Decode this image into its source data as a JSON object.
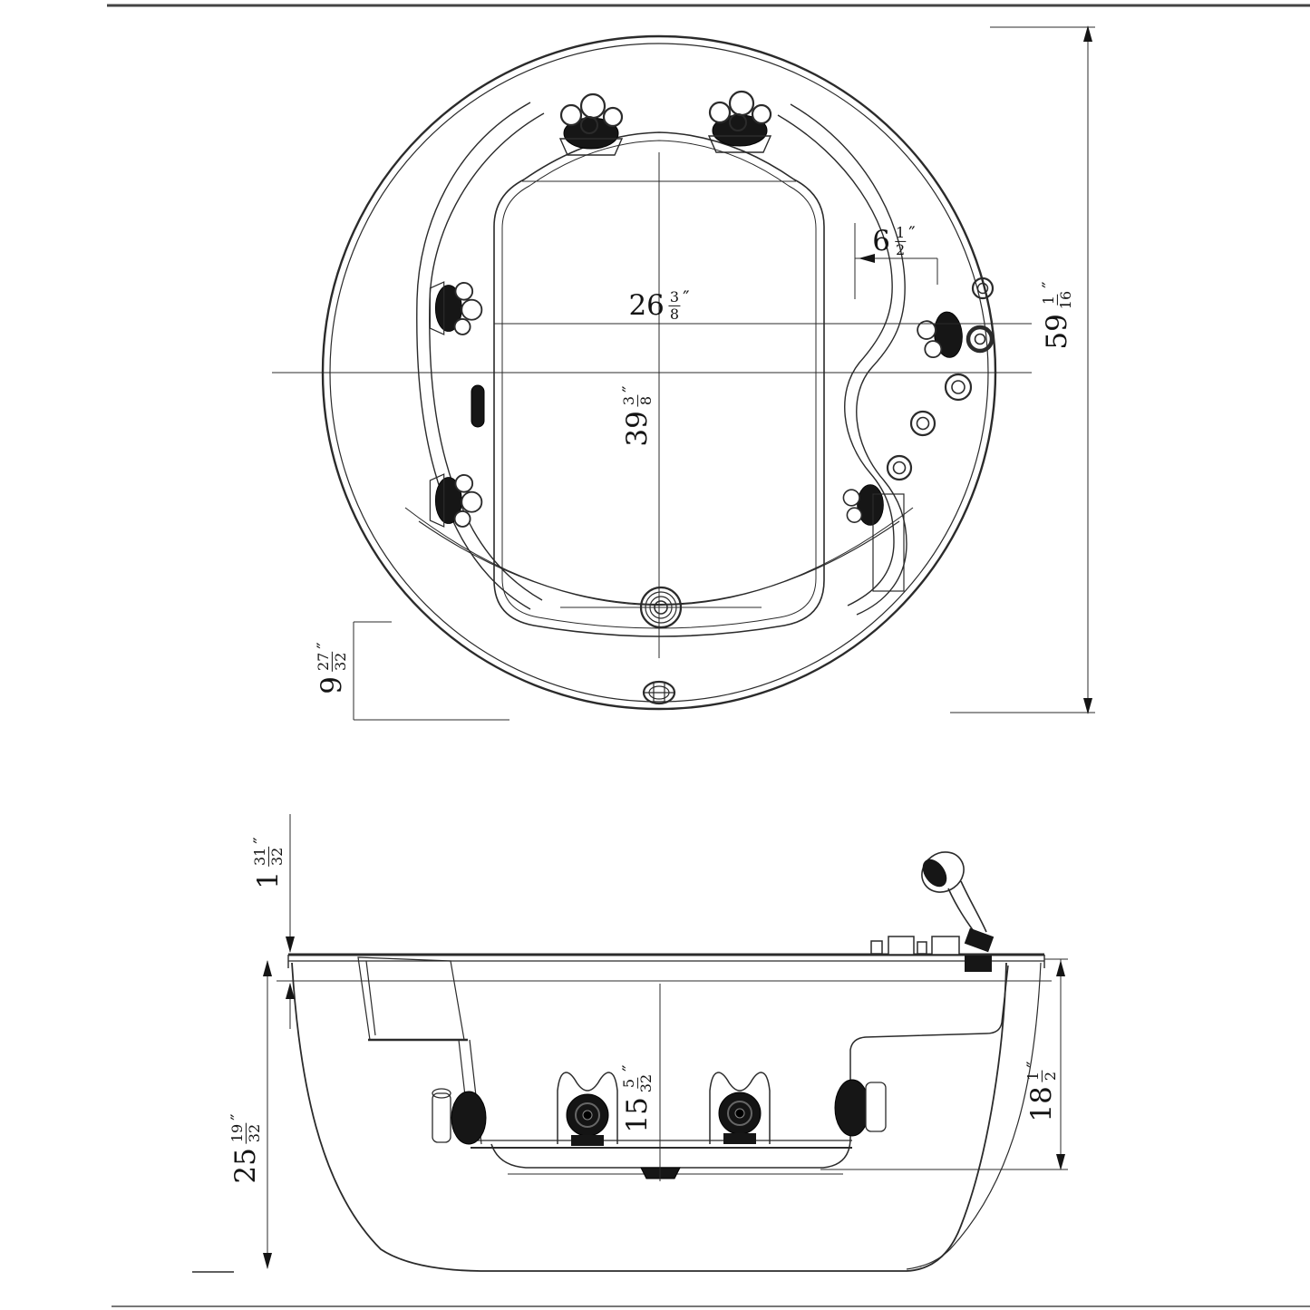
{
  "marks": {
    "inch": "″"
  },
  "top_view": {
    "overall_diameter": {
      "whole": "59",
      "num": "1",
      "den": "16"
    },
    "inner_width": {
      "whole": "26",
      "num": "3",
      "den": "8"
    },
    "inner_length": {
      "whole": "39",
      "num": "3",
      "den": "8"
    },
    "deck_width": {
      "whole": "6",
      "num": "1",
      "den": "2"
    },
    "drain_offset": {
      "whole": "9",
      "num": "27",
      "den": "32"
    }
  },
  "side_view": {
    "rim_thickness": {
      "whole": "1",
      "num": "31",
      "den": "32"
    },
    "overall_height": {
      "whole": "25",
      "num": "19",
      "den": "32"
    },
    "water_depth": {
      "whole": "15",
      "num": "5",
      "den": "32"
    },
    "basin_depth": {
      "whole": "18",
      "num": "1",
      "den": "2"
    }
  }
}
